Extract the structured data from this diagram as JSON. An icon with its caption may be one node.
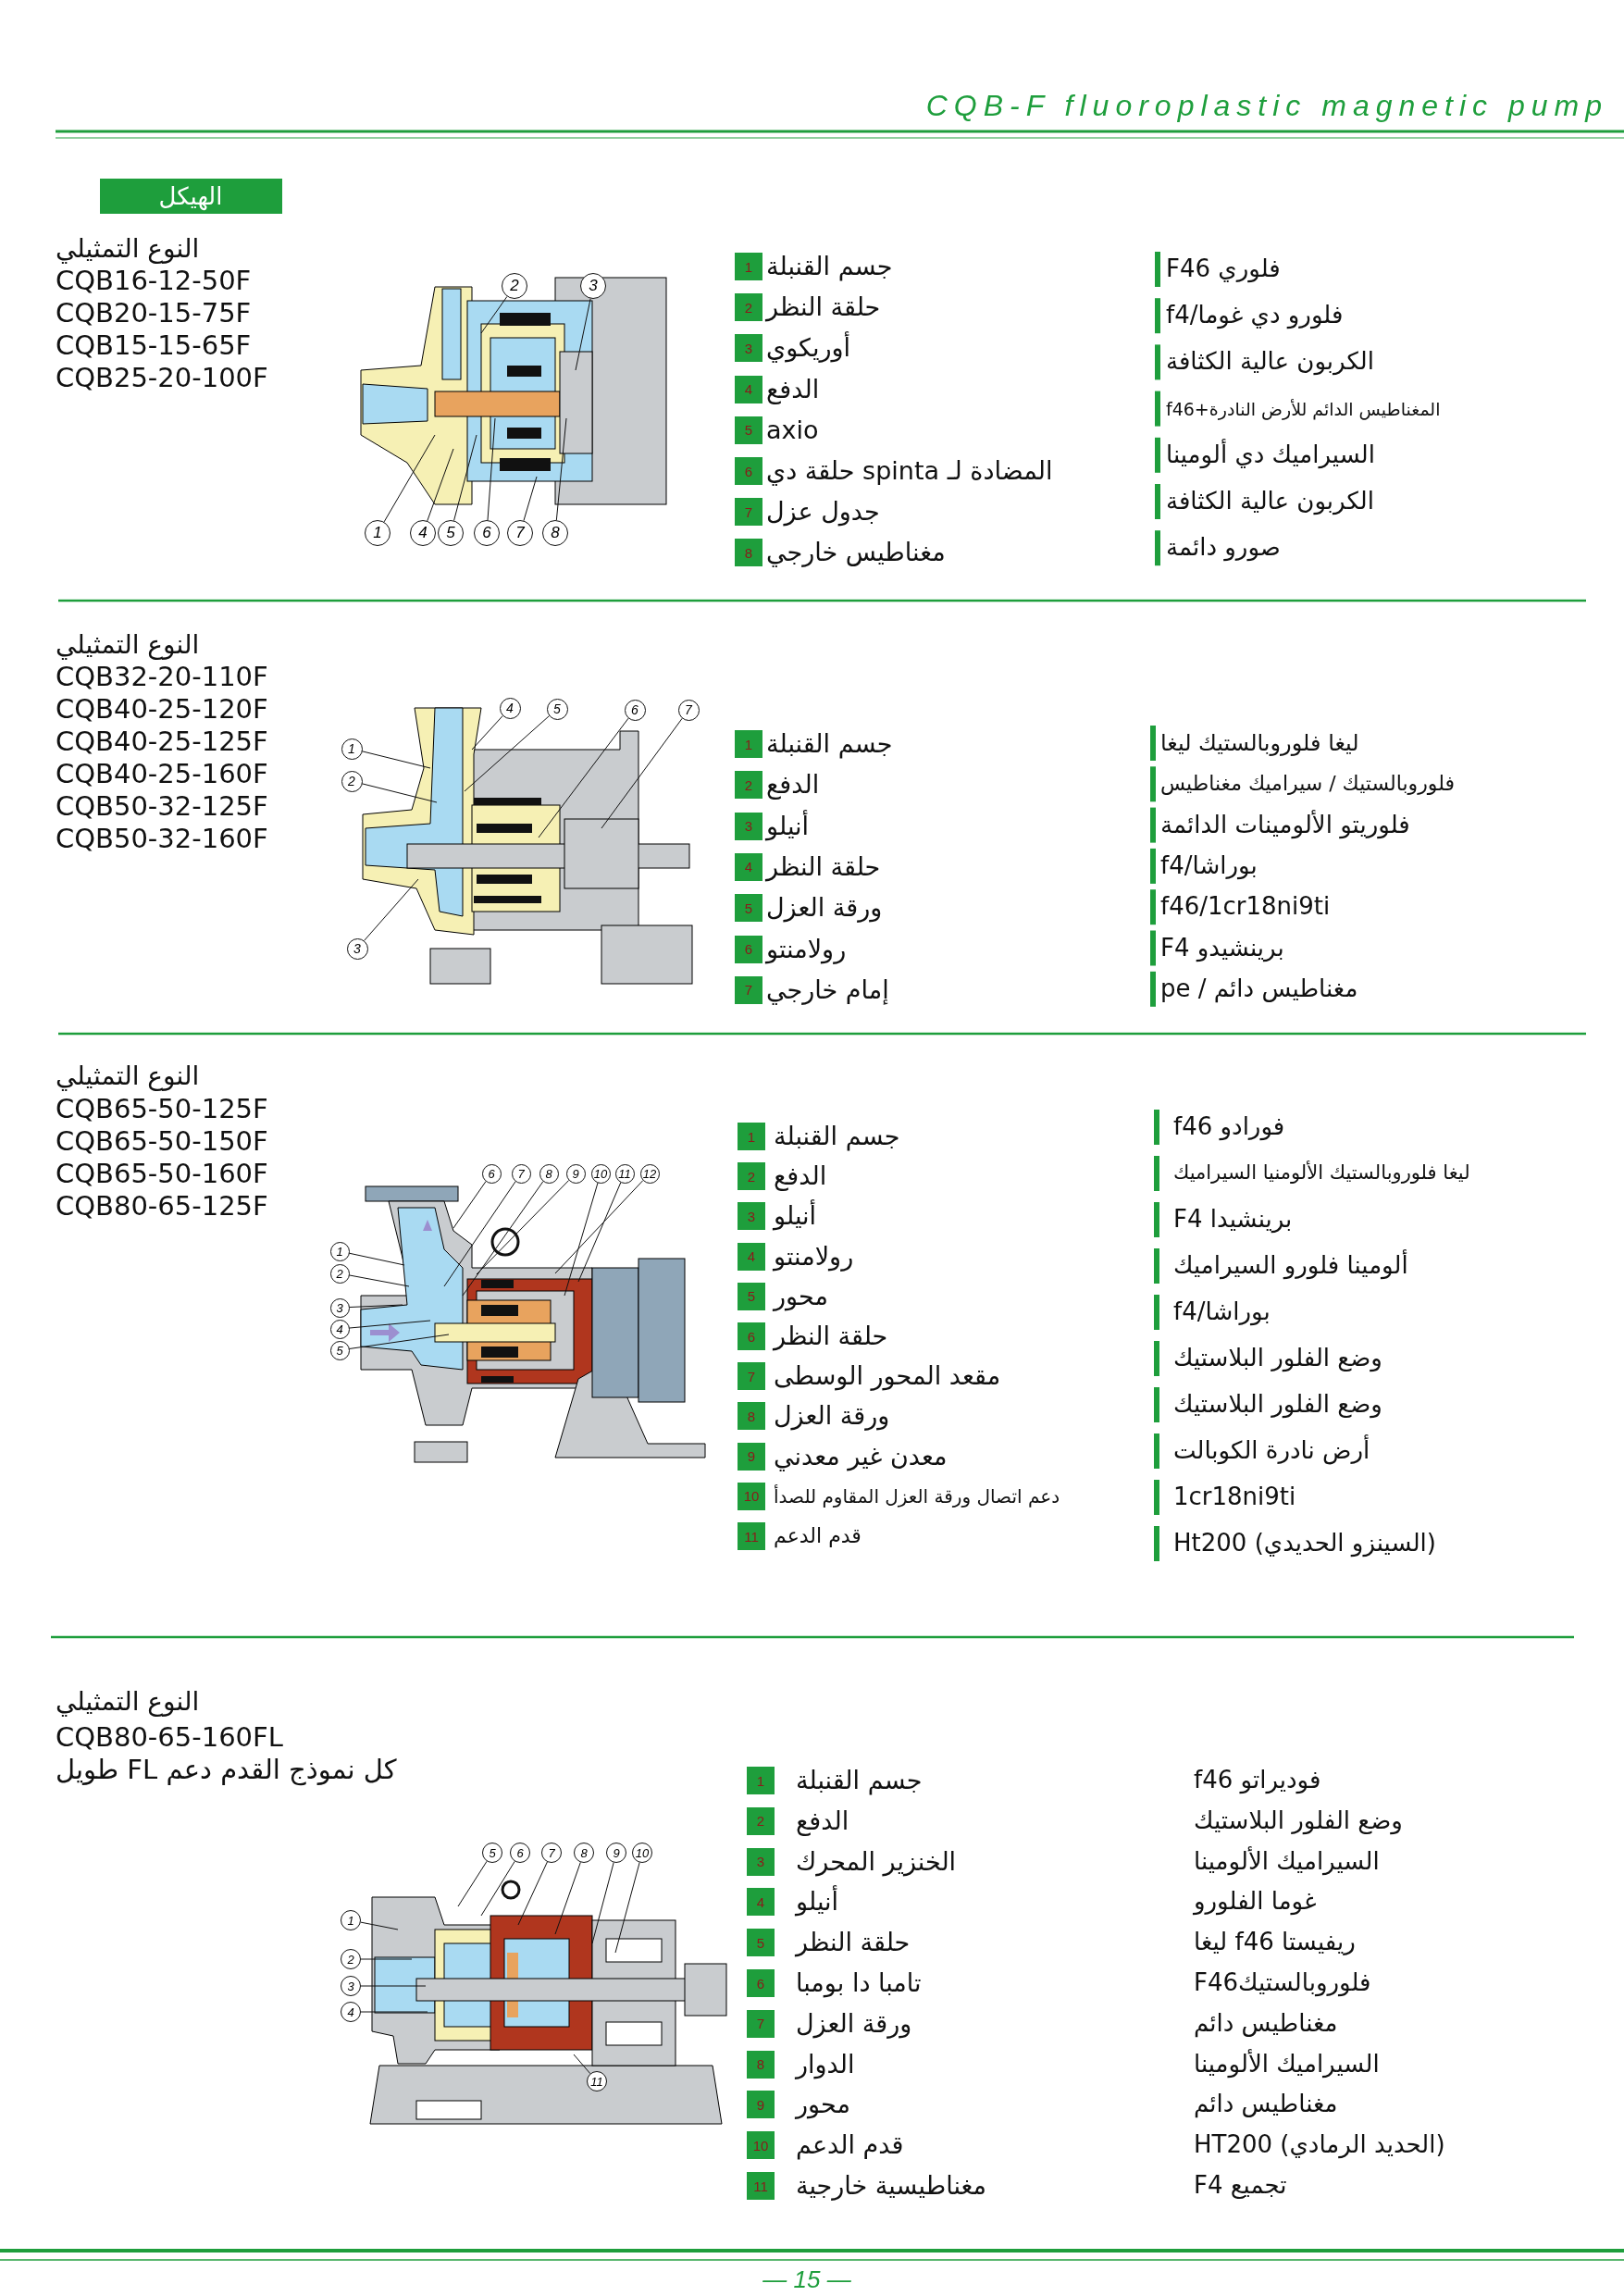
{
  "diagram": {
    "title": "CQB-F fluoroplastic magnetic pump",
    "nodes": [
      {
        "text": [
          "الهيكل"
        ]
      },
      {
        "text": [
          "1"
        ]
      },
      {
        "text": [
          "2"
        ]
      },
      {
        "text": [
          "3"
        ]
      },
      {
        "text": [
          "4"
        ]
      },
      {
        "text": [
          "5"
        ]
      },
      {
        "text": [
          "6"
        ]
      },
      {
        "text": [
          "7"
        ]
      },
      {
        "text": [
          "8"
        ]
      },
      {
        "text": [
          "1"
        ]
      },
      {
        "text": [
          "2"
        ]
      },
      {
        "text": [
          "3"
        ]
      },
      {
        "text": [
          "4"
        ]
      },
      {
        "text": [
          "5"
        ]
      },
      {
        "text": [
          "6"
        ]
      },
      {
        "text": [
          "7"
        ]
      },
      {
        "text": [
          "8"
        ]
      },
      {
        "text": [
          "1"
        ]
      },
      {
        "text": [
          "2"
        ]
      },
      {
        "text": [
          "3"
        ]
      },
      {
        "text": [
          "4"
        ]
      },
      {
        "text": [
          "5"
        ]
      },
      {
        "text": [
          "6"
        ]
      },
      {
        "text": [
          "7"
        ]
      },
      {
        "text": [
          "1"
        ]
      },
      {
        "text": [
          "2"
        ]
      },
      {
        "text": [
          "3"
        ]
      },
      {
        "text": [
          "4"
        ]
      },
      {
        "text": [
          "5"
        ]
      },
      {
        "text": [
          "6"
        ]
      },
      {
        "text": [
          "7"
        ]
      },
      {
        "text": [
          "1"
        ]
      },
      {
        "text": [
          "2"
        ]
      },
      {
        "text": [
          "3"
        ]
      },
      {
        "text": [
          "4"
        ]
      },
      {
        "text": [
          "5"
        ]
      },
      {
        "text": [
          "6"
        ]
      },
      {
        "text": [
          "7"
        ]
      },
      {
        "text": [
          "8"
        ]
      },
      {
        "text": [
          "9"
        ]
      },
      {
        "text": [
          "10"
        ]
      },
      {
        "text": [
          "11"
        ]
      },
      {
        "text": [
          "12"
        ]
      },
      {
        "text": [
          "1"
        ]
      },
      {
        "text": [
          "2"
        ]
      },
      {
        "text": [
          "3"
        ]
      },
      {
        "text": [
          "4"
        ]
      },
      {
        "text": [
          "5"
        ]
      },
      {
        "text": [
          "6"
        ]
      },
      {
        "text": [
          "7"
        ]
      },
      {
        "text": [
          "8"
        ]
      },
      {
        "text": [
          "9"
        ]
      },
      {
        "text": [
          "10"
        ]
      },
      {
        "text": [
          "11"
        ]
      },
      {
        "text": [
          "1"
        ]
      },
      {
        "text": [
          "2"
        ]
      },
      {
        "text": [
          "3"
        ]
      },
      {
        "text": [
          "4"
        ]
      },
      {
        "text": [
          "5"
        ]
      },
      {
        "text": [
          "6"
        ]
      },
      {
        "text": [
          "7"
        ]
      },
      {
        "text": [
          "8"
        ]
      },
      {
        "text": [
          "9"
        ]
      },
      {
        "text": [
          "10"
        ]
      },
      {
        "text": [
          "11"
        ]
      },
      {
        "text": [
          "1"
        ]
      },
      {
        "text": [
          "2"
        ]
      },
      {
        "text": [
          "3"
        ]
      },
      {
        "text": [
          "4"
        ]
      },
      {
        "text": [
          "5"
        ]
      },
      {
        "text": [
          "6"
        ]
      },
      {
        "text": [
          "7"
        ]
      },
      {
        "text": [
          "8"
        ]
      },
      {
        "text": [
          "9"
        ]
      },
      {
        "text": [
          "10"
        ]
      },
      {
        "text": [
          "11"
        ]
      }
    ],
    "edges": [
      {
        "from": 1,
        "to": null,
        "arrow": "none"
      },
      {
        "from": 2,
        "to": null,
        "arrow": "none"
      },
      {
        "from": 3,
        "to": null,
        "arrow": "none"
      },
      {
        "from": 4,
        "to": null,
        "arrow": "none"
      },
      {
        "from": 5,
        "to": null,
        "arrow": "none"
      },
      {
        "from": 6,
        "to": null,
        "arrow": "none"
      },
      {
        "from": 7,
        "to": null,
        "arrow": "none"
      },
      {
        "from": 8,
        "to": null,
        "arrow": "none"
      },
      {
        "from": 17,
        "to": null,
        "arrow": "none"
      },
      {
        "from": 18,
        "to": null,
        "arrow": "none"
      },
      {
        "from": 19,
        "to": null,
        "arrow": "none"
      },
      {
        "from": 20,
        "to": null,
        "arrow": "none"
      },
      {
        "from": 21,
        "to": null,
        "arrow": "none"
      },
      {
        "from": 22,
        "to": null,
        "arrow": "none"
      },
      {
        "from": 23,
        "to": null,
        "arrow": "none"
      },
      {
        "from": 31,
        "to": null,
        "arrow": "none"
      },
      {
        "from": 32,
        "to": null,
        "arrow": "none"
      },
      {
        "from": 33,
        "to": null,
        "arrow": "none"
      },
      {
        "from": 34,
        "to": null,
        "arrow": "none"
      },
      {
        "from": 35,
        "to": null,
        "arrow": "none"
      },
      {
        "from": 36,
        "to": null,
        "arrow": "none"
      },
      {
        "from": 37,
        "to": null,
        "arrow": "none"
      },
      {
        "from": 38,
        "to": null,
        "arrow": "none"
      },
      {
        "from": 39,
        "to": null,
        "arrow": "none"
      },
      {
        "from": 40,
        "to": null,
        "arrow": "none"
      },
      {
        "from": 41,
        "to": null,
        "arrow": "none"
      },
      {
        "from": 42,
        "to": null,
        "arrow": "none"
      },
      {
        "from": 54,
        "to": null,
        "arrow": "none"
      },
      {
        "from": 55,
        "to": null,
        "arrow": "none"
      },
      {
        "from": 56,
        "to": null,
        "arrow": "none"
      },
      {
        "from": 57,
        "to": null,
        "arrow": "none"
      },
      {
        "from": 58,
        "to": null,
        "arrow": "none"
      },
      {
        "from": 59,
        "to": null,
        "arrow": "none"
      },
      {
        "from": 60,
        "to": null,
        "arrow": "none"
      },
      {
        "from": 61,
        "to": null,
        "arrow": "none"
      },
      {
        "from": 62,
        "to": null,
        "arrow": "none"
      },
      {
        "from": 63,
        "to": null,
        "arrow": "none"
      },
      {
        "from": 64,
        "to": null,
        "arrow": "none"
      }
    ],
    "labels": [
      "النوع التمثيلي",
      "CQB16-12-50F",
      "CQB20-15-75F",
      "CQB15-15-65F",
      "CQB25-20-100F",
      "جسم القنبلة",
      "حلقة النظر",
      "أوريكوي",
      "الدفع",
      "axio",
      "المضادة لـ spinta حلقة دي",
      "جدول عزل",
      "مغناطيس خارجي",
      "فلوري F46",
      "فلورو دي غوما/f4",
      "الكربون عالية الكثافة",
      "f46+المغناطيس الدائم للأرض النادرة",
      "السيراميك دي ألومينا",
      "الكربون عالية الكثافة",
      "صورو دائمة",
      "النوع التمثيلي",
      "CQB32-20-110F",
      "CQB40-25-120F",
      "CQB40-25-125F",
      "CQB40-25-160F",
      "CQB50-32-125F",
      "CQB50-32-160F",
      "جسم القنبلة",
      "الدفع",
      "أنيلو",
      "حلقة النظر",
      "ورقة العزل",
      "رولامنتو",
      "إمام خارجي",
      "ليغا فلوروبالستيك ليغا",
      "فلوروبالستيك / سيراميك مغناطيس",
      "فلوريتو الألومينات الدائمة",
      "بوراشا/f4",
      "f46/1cr18ni9ti",
      "برينشيدو F4",
      "pe / مغناطيس دائم",
      "النوع التمثيلي",
      "CQB65-50-125F",
      "CQB65-50-150F",
      "CQB65-50-160F",
      "CQB80-65-125F",
      "جسم القنبلة",
      "الدفع",
      "أنيلو",
      "رولامنتو",
      "محور",
      "حلقة النظر",
      "مقعد المحور الوسطى",
      "ورقة العزل",
      "معدن غير معدني",
      "دعم اتصال ورقة العزل المقاوم للصدأ",
      "قدم الدعم",
      "فورادو f46",
      "ليغا فلوروبالستيك الألومنيا السيراميك",
      "برينشيدا F4",
      "ألومينا فلورو السيراميك",
      "بوراشا/f4",
      "وضع الفلور البلاستيك",
      "وضع الفلور البلاستيك",
      "أرض نادرة الكوبالت",
      "1cr18ni9ti",
      "Ht200 (السينزو الحديدي)",
      "النوع التمثيلي",
      "CQB80-65-160FL",
      "كل نموذج القدم دعم FL طويل",
      "جسم القنبلة",
      "الدفع",
      "الخنزير المحرك",
      "أنيلو",
      "حلقة النظر",
      "تامبا دا بومبا",
      "ورقة العزل",
      "الدوار",
      "محور",
      "قدم الدعم",
      "مغناطيسية خارجية",
      "فوديراتو f46",
      "وضع الفلور البلاستيك",
      "السيراميك الألومينا",
      "غوما الفلورو",
      "ريفيستا f46 ليغا",
      "فلوروبالستيكF46",
      "مغناطيس دائم",
      "السيراميك الألومينا",
      "مغناطيس دائم",
      "HT200 (الحديد الرمادي)",
      "تجميع F4",
      "— 15 —"
    ]
  }
}
